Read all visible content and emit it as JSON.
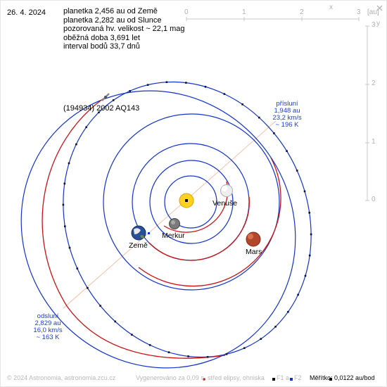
{
  "date": "26. 4. 2024",
  "info_lines": [
    "planetka 2,456 au od Země",
    "planetka 2,282 au od Slunce",
    "pozorovaná hv. velikost ~ 22,1 mag",
    "oběžná doba 3,691 let",
    "interval bodů 33,7 dnů"
  ],
  "object_name": "(194934) 2002 AQ143",
  "planets": {
    "venus": "Venuše",
    "mercury": "Merkur",
    "earth": "Země",
    "mars": "Mars"
  },
  "perihelion": {
    "title": "přísluní",
    "distance": "1,948 au",
    "speed": "23,2 km/s",
    "temp": "~ 196 K"
  },
  "aphelion": {
    "title": "odsluní",
    "distance": "2,829 au",
    "speed": "16,0 km/s",
    "temp": "~ 163 K"
  },
  "top_scale": {
    "ticks": [
      "0",
      "1",
      "2",
      "3"
    ],
    "unit": "[au]",
    "axis": "x"
  },
  "right_scale": {
    "ticks": [
      "3",
      "2",
      "1",
      "0"
    ],
    "axis": "y"
  },
  "footer": {
    "copyright": "© 2024 Astronomia, astronomia.zcu.cz",
    "generated": "Vygenerováno za 0,09 s",
    "center_legend": "střed elipsy, ohniska",
    "f1": "F1",
    "a": "a",
    "f2": "F2",
    "scale": "Měřítko: 0,0122 au/bod"
  },
  "colors": {
    "orbit_blue": "#1133cc",
    "orbit_red": "#cc1111",
    "dot_dark": "#111133",
    "apsis_line": "#f5b8a0",
    "label_blue": "#1a3fd6"
  }
}
